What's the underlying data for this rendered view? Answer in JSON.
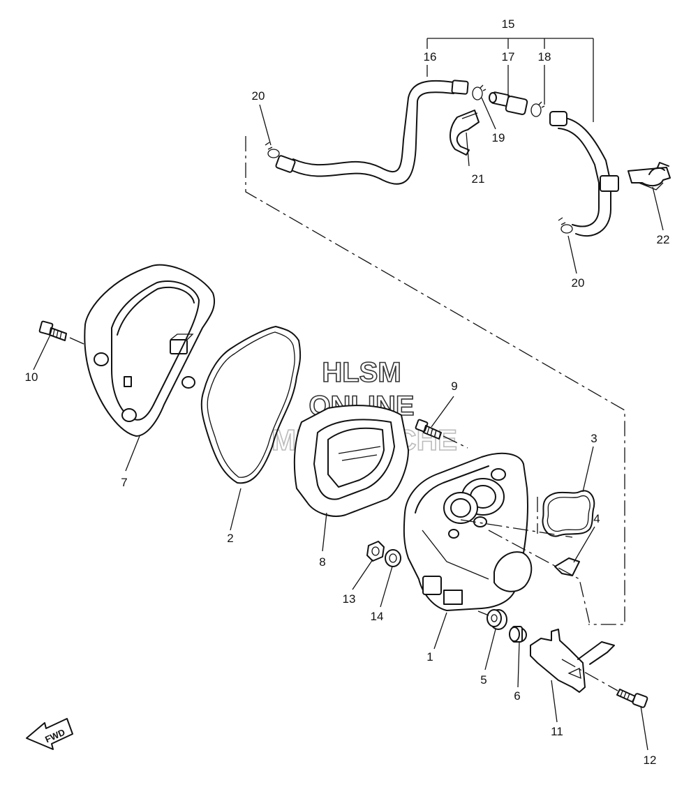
{
  "watermark": {
    "line1": "HLSM",
    "line2": "ONLINE",
    "line3": "MICROFICHE"
  },
  "fwd_label": "FWD",
  "callouts": {
    "c1": "1",
    "c2": "2",
    "c3": "3",
    "c4": "4",
    "c5": "5",
    "c6": "6",
    "c7": "7",
    "c8": "8",
    "c9": "9",
    "c10": "10",
    "c11": "11",
    "c12": "12",
    "c13": "13",
    "c14": "14",
    "c15": "15",
    "c16": "16",
    "c17": "17",
    "c18": "18",
    "c19": "19",
    "c20a": "20",
    "c20b": "20",
    "c21": "21",
    "c22": "22"
  }
}
